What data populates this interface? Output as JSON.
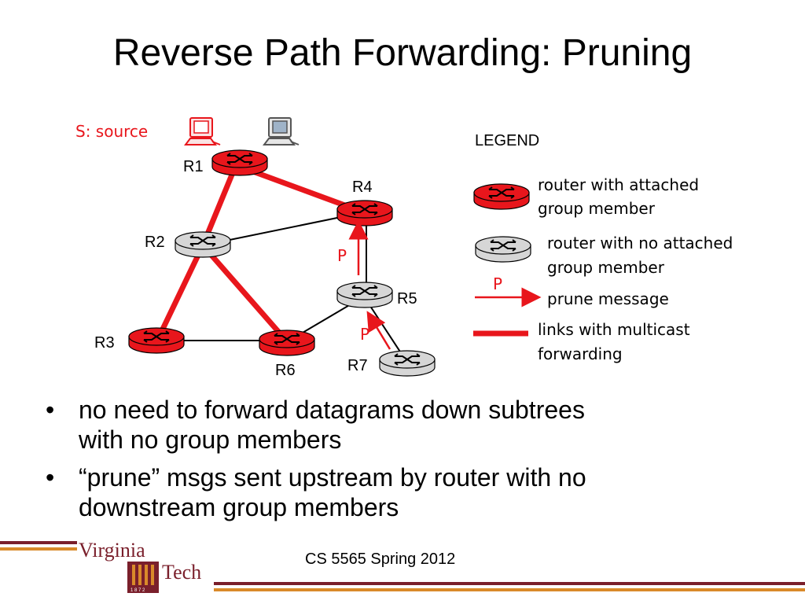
{
  "title": "Reverse Path Forwarding: Pruning",
  "source_label": "S: source",
  "routers": {
    "r1": "R1",
    "r2": "R2",
    "r3": "R3",
    "r4": "R4",
    "r5": "R5",
    "r6": "R6",
    "r7": "R7"
  },
  "prune_labels": {
    "p1": "P",
    "p2": "P"
  },
  "legend": {
    "title": "LEGEND",
    "item1_line1": "router with attached",
    "item1_line2": "group member",
    "item2_line1": "router with no attached",
    "item2_line2": "group member",
    "item3_symbol": "P",
    "item3_label": "prune message",
    "item4_line1": "links with multicast",
    "item4_line2": "forwarding"
  },
  "bullets": [
    {
      "marker": "•",
      "text_line1": "no need to forward datagrams down subtrees",
      "text_line2": "with no group members"
    },
    {
      "marker": "•",
      "text_line1": "“prune” msgs sent upstream by router with no",
      "text_line2": "downstream group members"
    }
  ],
  "footer": {
    "course": "CS 5565 Spring 2012",
    "logo_line1": "Virginia",
    "logo_line2": "Tech",
    "logo_year": "1 8 7 2"
  },
  "colors": {
    "member_router": "#e8161c",
    "nonmember_router": "#d6d6d6",
    "multicast_link": "#e8161c",
    "prune": "#e8161c",
    "plain_link": "#000000",
    "maroon": "#7a1f2b",
    "orange": "#d98a2a"
  }
}
